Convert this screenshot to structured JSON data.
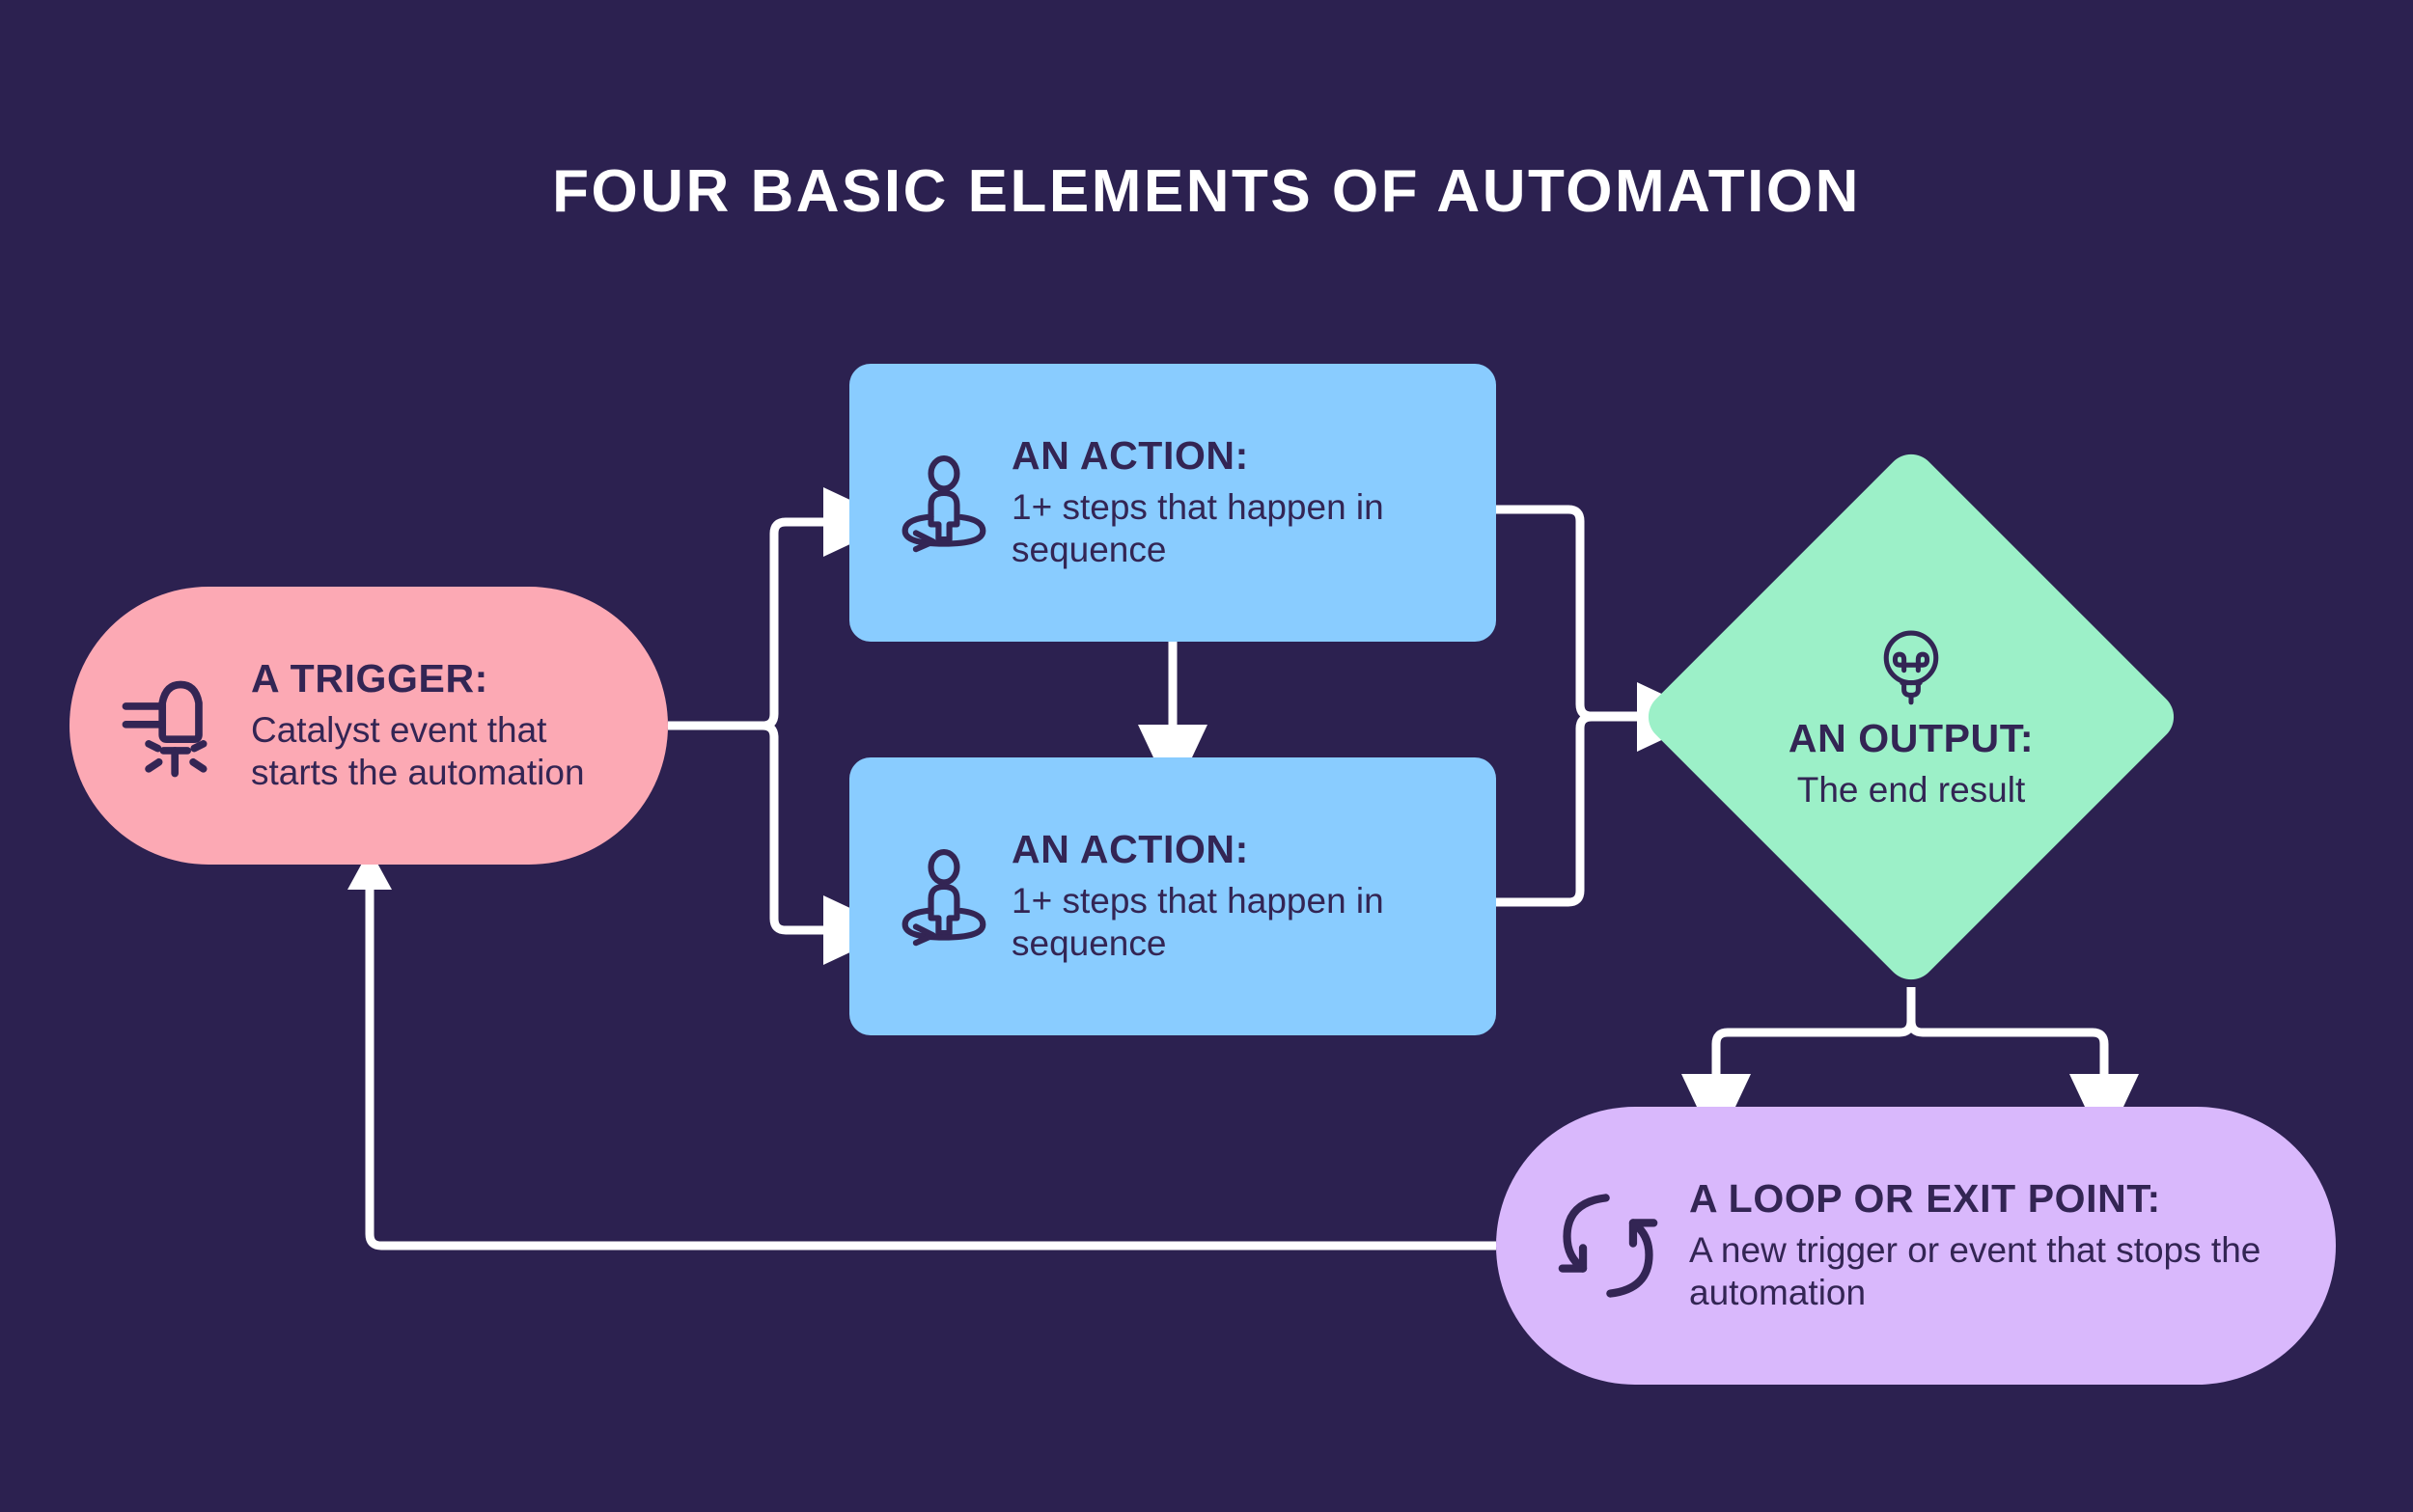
{
  "page": {
    "title": "FOUR BASIC ELEMENTS OF AUTOMATION",
    "background_color": "#2C2150",
    "connector_color": "#FFFFFF",
    "text_color": "#332554",
    "title_color": "#FFFFFF"
  },
  "nodes": {
    "trigger": {
      "label": "A TRIGGER:",
      "description": "Catalyst event that starts the automation",
      "icon": "bullet-impact-icon",
      "shape": "pill",
      "color": "#FCA9B4"
    },
    "action_one": {
      "label": "AN ACTION:",
      "description": "1+ steps that happen in sequence",
      "icon": "person-cycle-icon",
      "shape": "rounded-rectangle",
      "color": "#89CCFF"
    },
    "action_two": {
      "label": "AN ACTION:",
      "description": "1+ steps that happen in sequence",
      "icon": "person-cycle-icon",
      "shape": "rounded-rectangle",
      "color": "#89CCFF"
    },
    "output": {
      "label": "AN OUTPUT:",
      "description": "The end result",
      "icon": "lightbulb-icon",
      "shape": "diamond",
      "color": "#9CF0C8"
    },
    "loop": {
      "label": "A LOOP OR EXIT POINT:",
      "description": "A new trigger or event that stops the automation",
      "icon": "refresh-loop-icon",
      "shape": "pill",
      "color": "#D9B8FC"
    }
  },
  "connections": [
    {
      "from": "trigger",
      "to": "action_one",
      "type": "branch-arrow"
    },
    {
      "from": "trigger",
      "to": "action_two",
      "type": "branch-arrow"
    },
    {
      "from": "action_one",
      "to": "action_two",
      "type": "straight-arrow"
    },
    {
      "from": "action_one",
      "to": "output",
      "type": "merge-arrow"
    },
    {
      "from": "action_two",
      "to": "output",
      "type": "merge-arrow"
    },
    {
      "from": "output",
      "to": "loop",
      "type": "split-arrow"
    },
    {
      "from": "loop",
      "to": "trigger",
      "type": "feedback-arrow"
    }
  ]
}
